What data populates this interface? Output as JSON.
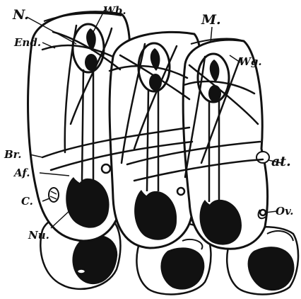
{
  "colors": {
    "ink": "#111111",
    "paper": "#ffffff"
  },
  "labels": {
    "N": "N.",
    "Wb": "Wb.",
    "End": "End.",
    "M": "M.",
    "Wg": "Wg.",
    "Br": "Br.",
    "Af": "Af.",
    "C": "C.",
    "Nu": "Nu.",
    "at": "at.",
    "Ov": "Ov."
  }
}
